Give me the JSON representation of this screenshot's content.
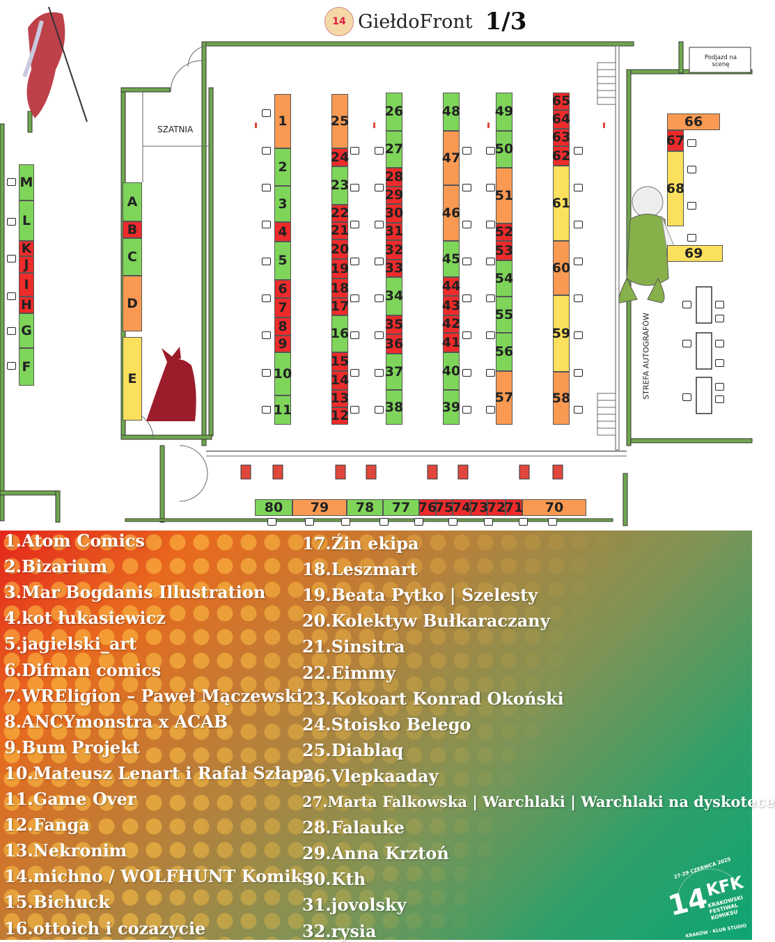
{
  "header": {
    "title": "GiełdoFront",
    "page": "1/3"
  },
  "map": {
    "labels": {
      "cloakroom": "SZATNIA",
      "stage_access": "Podjazd na scenę",
      "autograph_zone": "STREFA AUTOGRAFÓW"
    },
    "colors": {
      "green": "#7ed55a",
      "orange": "#fa9a52",
      "red": "#ee2b2b",
      "yellow": "#fbe05d"
    },
    "stalls": [
      {
        "id": "M",
        "c": "green"
      },
      {
        "id": "L",
        "c": "green"
      },
      {
        "id": "K",
        "c": "red"
      },
      {
        "id": "J",
        "c": "red"
      },
      {
        "id": "I",
        "c": "red"
      },
      {
        "id": "H",
        "c": "red"
      },
      {
        "id": "G",
        "c": "green"
      },
      {
        "id": "F",
        "c": "green"
      },
      {
        "id": "A",
        "c": "green"
      },
      {
        "id": "B",
        "c": "red"
      },
      {
        "id": "C",
        "c": "green"
      },
      {
        "id": "D",
        "c": "orange"
      },
      {
        "id": "E",
        "c": "yellow"
      },
      {
        "id": "1",
        "c": "orange"
      },
      {
        "id": "2",
        "c": "green"
      },
      {
        "id": "3",
        "c": "green"
      },
      {
        "id": "4",
        "c": "red"
      },
      {
        "id": "5",
        "c": "green"
      },
      {
        "id": "6",
        "c": "red"
      },
      {
        "id": "7",
        "c": "red"
      },
      {
        "id": "8",
        "c": "red"
      },
      {
        "id": "9",
        "c": "red"
      },
      {
        "id": "10",
        "c": "green"
      },
      {
        "id": "11",
        "c": "green"
      },
      {
        "id": "25",
        "c": "orange"
      },
      {
        "id": "24",
        "c": "red"
      },
      {
        "id": "23",
        "c": "green"
      },
      {
        "id": "22",
        "c": "red"
      },
      {
        "id": "21",
        "c": "red"
      },
      {
        "id": "20",
        "c": "red"
      },
      {
        "id": "19",
        "c": "red"
      },
      {
        "id": "18",
        "c": "red"
      },
      {
        "id": "17",
        "c": "red"
      },
      {
        "id": "16",
        "c": "green"
      },
      {
        "id": "15",
        "c": "red"
      },
      {
        "id": "14",
        "c": "red"
      },
      {
        "id": "13",
        "c": "red"
      },
      {
        "id": "12",
        "c": "red"
      },
      {
        "id": "26",
        "c": "green"
      },
      {
        "id": "27",
        "c": "green"
      },
      {
        "id": "28",
        "c": "red"
      },
      {
        "id": "29",
        "c": "red"
      },
      {
        "id": "30",
        "c": "red"
      },
      {
        "id": "31",
        "c": "red"
      },
      {
        "id": "32",
        "c": "red"
      },
      {
        "id": "33",
        "c": "red"
      },
      {
        "id": "34",
        "c": "green"
      },
      {
        "id": "35",
        "c": "red"
      },
      {
        "id": "36",
        "c": "red"
      },
      {
        "id": "37",
        "c": "green"
      },
      {
        "id": "38",
        "c": "green"
      },
      {
        "id": "48",
        "c": "green"
      },
      {
        "id": "47",
        "c": "orange"
      },
      {
        "id": "46",
        "c": "orange"
      },
      {
        "id": "45",
        "c": "green"
      },
      {
        "id": "44",
        "c": "red"
      },
      {
        "id": "43",
        "c": "red"
      },
      {
        "id": "42",
        "c": "red"
      },
      {
        "id": "41",
        "c": "red"
      },
      {
        "id": "40",
        "c": "green"
      },
      {
        "id": "39",
        "c": "green"
      },
      {
        "id": "49",
        "c": "green"
      },
      {
        "id": "50",
        "c": "green"
      },
      {
        "id": "51",
        "c": "orange"
      },
      {
        "id": "52",
        "c": "red"
      },
      {
        "id": "53",
        "c": "red"
      },
      {
        "id": "54",
        "c": "green"
      },
      {
        "id": "55",
        "c": "green"
      },
      {
        "id": "56",
        "c": "green"
      },
      {
        "id": "57",
        "c": "orange"
      },
      {
        "id": "65",
        "c": "red"
      },
      {
        "id": "64",
        "c": "red"
      },
      {
        "id": "63",
        "c": "red"
      },
      {
        "id": "62",
        "c": "red"
      },
      {
        "id": "61",
        "c": "yellow"
      },
      {
        "id": "60",
        "c": "orange"
      },
      {
        "id": "59",
        "c": "yellow"
      },
      {
        "id": "58",
        "c": "orange"
      },
      {
        "id": "66",
        "c": "orange"
      },
      {
        "id": "67",
        "c": "red"
      },
      {
        "id": "68",
        "c": "yellow"
      },
      {
        "id": "69",
        "c": "yellow"
      },
      {
        "id": "80",
        "c": "green"
      },
      {
        "id": "79",
        "c": "orange"
      },
      {
        "id": "78",
        "c": "green"
      },
      {
        "id": "77",
        "c": "green"
      },
      {
        "id": "76",
        "c": "red"
      },
      {
        "id": "75",
        "c": "red"
      },
      {
        "id": "74",
        "c": "red"
      },
      {
        "id": "73",
        "c": "red"
      },
      {
        "id": "72",
        "c": "red"
      },
      {
        "id": "71",
        "c": "red"
      },
      {
        "id": "70",
        "c": "orange"
      }
    ]
  },
  "legend": {
    "col1": [
      "1.Atom Comics",
      "2.Bizarium",
      "3.Mar Bogdanis Illustration",
      "4.kot łukasiewicz",
      "5.jagielski_art",
      "6.Difman comics",
      "7.WREligion – Paweł Mączewski",
      "8.ANCYmonstra x ACAB",
      "9.Bum Projekt",
      "10.Mateusz Lenart i Rafał Szłapa",
      "11.Game Over",
      "12.Fanga",
      "13.Nekronim",
      "14.michno / WOLFHUNT Komiks",
      "15.Bichuck",
      "16.ottoich i cozazycie"
    ],
    "col2": [
      "17.Źin ekipa",
      "18.Leszmart",
      "19.Beata Pytko | Szelesty",
      "20.Kolektyw Bułkaraczany",
      "21.Sinsitra",
      "22.Eimmy",
      "23.Kokoart Konrad Okoński",
      "24.Stoisko Belego",
      "25.Diablaq",
      "26.Vlepkaaday",
      "27.Marta Falkowska | Warchlaki | Warchlaki na dyskotece",
      "28.Falauke",
      "29.Anna Krztoń",
      "30.Kth",
      "31.jovolsky",
      "32.rysia"
    ]
  },
  "logo": {
    "dates": "27-29 CZERWCA 2025",
    "number": "14",
    "name": "KFK",
    "full": "KRAKOWSKI FESTIWAL KOMIKSU",
    "place": "KRAKÓW · KLUB STUDIO"
  }
}
